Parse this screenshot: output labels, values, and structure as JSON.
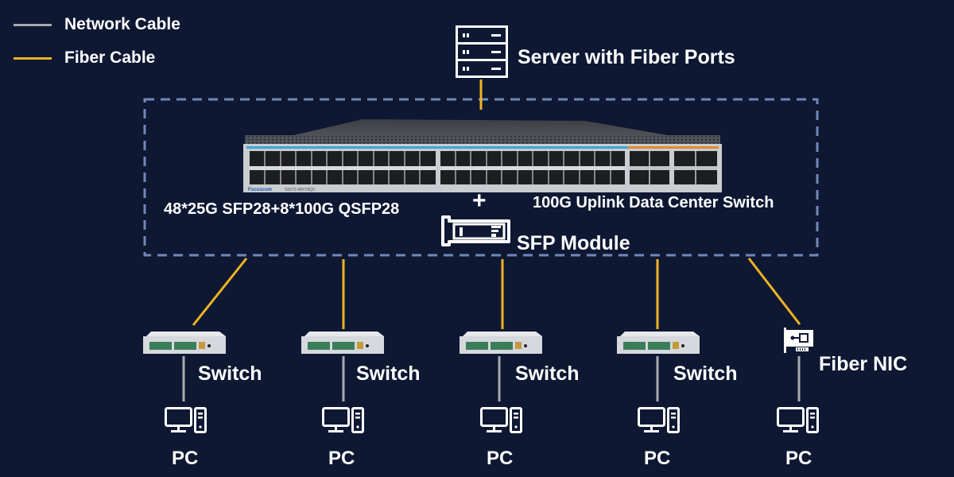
{
  "legend": {
    "items": [
      {
        "label": "Network Cable",
        "color": "#a9a9b2"
      },
      {
        "label": "Fiber Cable",
        "color": "#f0b323"
      }
    ]
  },
  "server": {
    "label": "Server with Fiber Ports",
    "icon": "server-rack-icon"
  },
  "core_switch": {
    "ports_label": "48*25G SFP28+8*100G QSFP28",
    "title": "100G Uplink Data Center Switch",
    "brand": "Focuscom",
    "model": "S6670-48XY8QC"
  },
  "plus_sign": "+",
  "sfp_module": {
    "label": "SFP Module",
    "icon": "sfp-module-icon"
  },
  "access": [
    {
      "type": "switch",
      "label": "Switch",
      "icon": "access-switch-icon",
      "end_label": "PC"
    },
    {
      "type": "switch",
      "label": "Switch",
      "icon": "access-switch-icon",
      "end_label": "PC"
    },
    {
      "type": "switch",
      "label": "Switch",
      "icon": "access-switch-icon",
      "end_label": "PC"
    },
    {
      "type": "switch",
      "label": "Switch",
      "icon": "access-switch-icon",
      "end_label": "PC"
    },
    {
      "type": "nic",
      "label": "Fiber NIC",
      "icon": "fiber-nic-icon",
      "end_label": "PC"
    }
  ],
  "colors": {
    "background": "#0e1833",
    "dashed_border": "#7088b8",
    "fiber": "#f0b323",
    "network": "#a9a9b2",
    "text": "#ffffff"
  }
}
